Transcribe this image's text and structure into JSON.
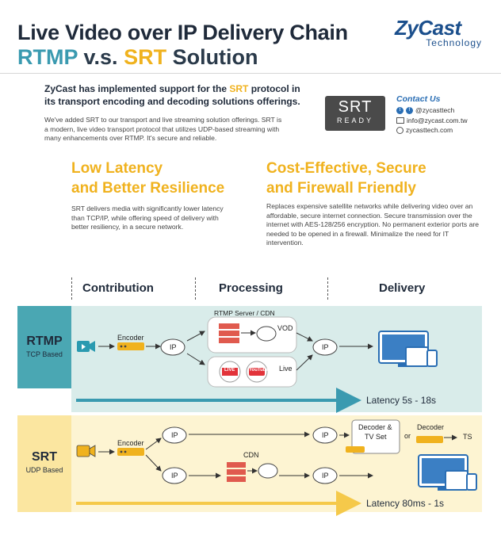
{
  "header": {
    "title_line1": "Live Video over IP Delivery Chain",
    "title_rtmp": "RTMP",
    "title_vs": " v.s. ",
    "title_srt": "SRT",
    "title_rest": " Solution"
  },
  "brand": {
    "name": "ZyCast",
    "sub": "Technology"
  },
  "intro": {
    "bold_pre": "ZyCast has implemented support for the ",
    "bold_hl": "SRT",
    "bold_post": " protocol in its transport encoding and decoding solutions offerings.",
    "body": "We've added SRT to our transport and live streaming solution offerings. SRT is a modern, live video transport protocol that utilizes UDP-based streaming with many enhancements over RTMP.  It's secure and reliable."
  },
  "srt_logo": {
    "big": "SRT",
    "small": "READY"
  },
  "contact": {
    "title": "Contact Us",
    "social": "@zycasttech",
    "email": "info@zycast.com.tw",
    "web": "zycasttech.com"
  },
  "features": {
    "low_latency_line1": "Low Latency",
    "low_latency_line2": "and Better Resilience",
    "low_latency_body": "SRT delivers media with significantly lower latency than TCP/IP, while offering speed of delivery with better resiliency, in a secure network.",
    "cost_line1": "Cost-Effective, Secure",
    "cost_line2": "and Firewall Friendly",
    "cost_body": "Replaces expensive satellite networks while delivering video over an affordable, secure internet connection. Secure transmission over the internet with AES-128/256 encryption.  No permanent exterior ports are needed to be opened in a firewall.  Minimalize the need for IT intervention."
  },
  "stages": [
    "Contribution",
    "Processing",
    "Delivery"
  ],
  "rtmp": {
    "name": "RTMP",
    "sub": "TCP Based",
    "encoder": "Encoder",
    "ip": "IP",
    "server": "RTMP Server / CDN",
    "vod": "VOD",
    "live": "Live",
    "fb_live": "LIVE",
    "youtube": "YouTube",
    "latency": "Latency  5s - 18s"
  },
  "srt": {
    "name": "SRT",
    "sub": "UDP Based",
    "encoder": "Encoder",
    "ip": "IP",
    "cdn": "CDN",
    "decoder_tv_line1": "Decoder &",
    "decoder_tv_line2": "TV Set",
    "or": "or",
    "decoder": "Decoder",
    "ts": "TS",
    "latency": "Latency  80ms - 1s"
  },
  "colors": {
    "teal": "#3a9ab0",
    "gold": "#f0b21e",
    "rtmp_band": "#d9ecea",
    "srt_band": "#fdf4d2",
    "brand_blue": "#1b4f8c"
  }
}
